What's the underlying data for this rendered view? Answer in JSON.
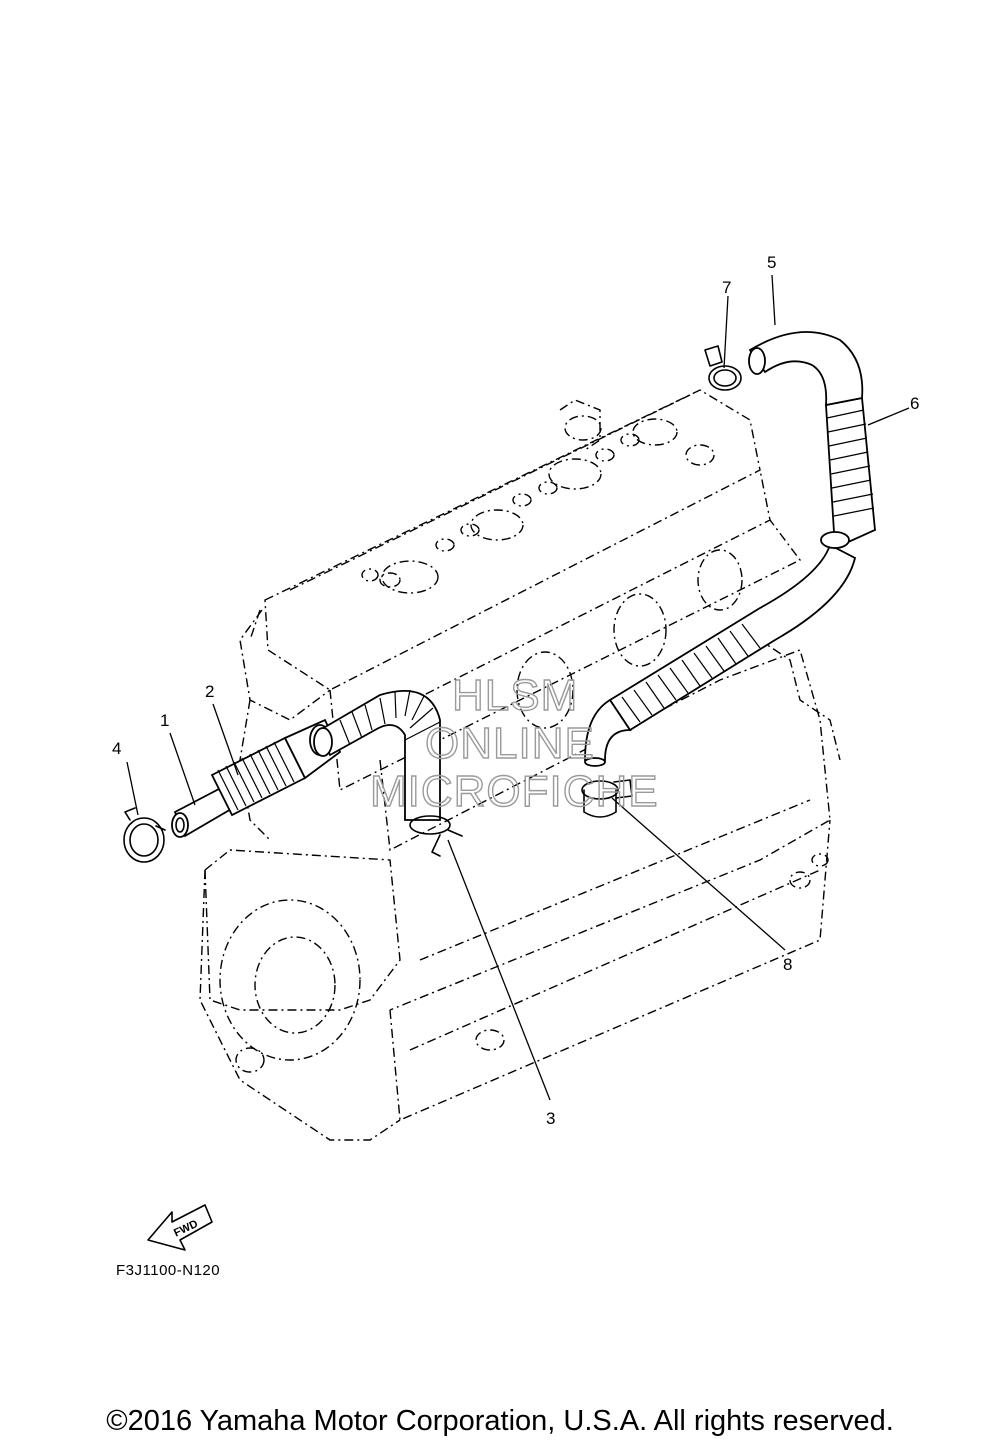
{
  "callouts": [
    {
      "id": "1",
      "label": "1"
    },
    {
      "id": "2",
      "label": "2"
    },
    {
      "id": "3",
      "label": "3"
    },
    {
      "id": "4",
      "label": "4"
    },
    {
      "id": "5",
      "label": "5"
    },
    {
      "id": "6",
      "label": "6"
    },
    {
      "id": "7",
      "label": "7"
    },
    {
      "id": "8",
      "label": "8"
    }
  ],
  "watermark": {
    "line1": "HLSM",
    "line2": "ONLINE",
    "line3": "MICROFICHE"
  },
  "fwd_label": "FWD",
  "reference_code": "F3J1100-N120",
  "copyright": "©2016 Yamaha Motor Corporation, U.S.A. All rights reserved."
}
